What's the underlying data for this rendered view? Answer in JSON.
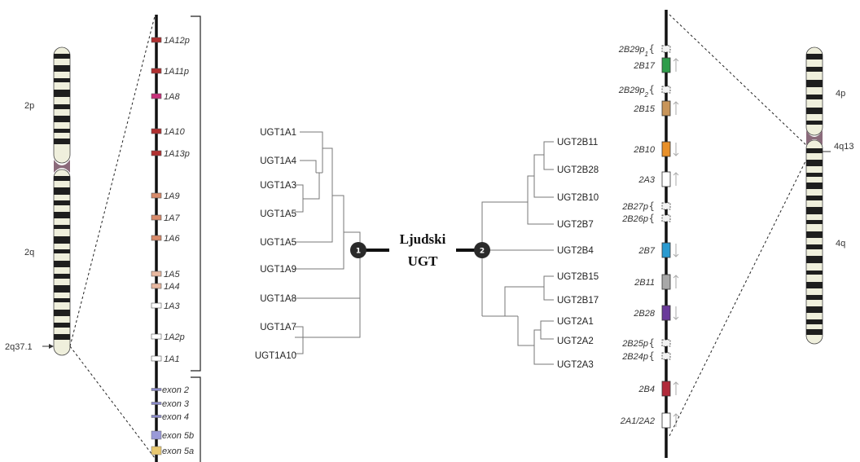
{
  "center_title_line1": "Ljudski",
  "center_title_line2": "UGT",
  "node_1": "1",
  "node_2": "2",
  "chr2": {
    "band_labels": [
      "2p",
      "2q",
      "2q37.1"
    ],
    "genes": [
      "1A12p",
      "1A11p",
      "1A8",
      "1A10",
      "1A13p",
      "1A9",
      "1A7",
      "1A6",
      "1A5",
      "1A4",
      "1A3",
      "1A2p",
      "1A1"
    ],
    "exons": [
      "exon 2",
      "exon 3",
      "exon 4",
      "exon 5b",
      "exon 5a"
    ]
  },
  "chr4": {
    "band_labels": [
      "4p",
      "4q13",
      "4q"
    ],
    "genes": [
      {
        "name": "2B29p",
        "sub": "1",
        "color": "#f2f2f2",
        "dashed": true,
        "brace": true
      },
      {
        "name": "2B17",
        "color": "#2e9c4a",
        "arrow": "up"
      },
      {
        "name": "2B29p",
        "sub": "2",
        "color": "#f2f2f2",
        "dashed": true,
        "brace": true
      },
      {
        "name": "2B15",
        "color": "#c8955a",
        "arrow": "up"
      },
      {
        "name": "2B10",
        "color": "#e8902a",
        "arrow": "down"
      },
      {
        "name": "2A3",
        "color": "#ffffff",
        "arrow": "up"
      },
      {
        "name": "2B27p",
        "color": "#f2f2f2",
        "dashed": true,
        "brace": true
      },
      {
        "name": "2B26p",
        "color": "#f2f2f2",
        "dashed": true,
        "brace": true
      },
      {
        "name": "2B7",
        "color": "#2a9ad0",
        "arrow": "down"
      },
      {
        "name": "2B11",
        "color": "#a8a8a8",
        "arrow": "up"
      },
      {
        "name": "2B28",
        "color": "#6a3a9a",
        "arrow": "down"
      },
      {
        "name": "2B25p",
        "color": "#f2f2f2",
        "dashed": true,
        "brace": true
      },
      {
        "name": "2B24p",
        "color": "#f2f2f2",
        "dashed": true,
        "brace": true
      },
      {
        "name": "2B4",
        "color": "#b02a3a",
        "arrow": "up"
      },
      {
        "name": "2A1/2A2",
        "color": "#ffffff",
        "arrow": "up"
      }
    ]
  },
  "tree_left": [
    "UGT1A1",
    "UGT1A4",
    "UGT1A3",
    "UGT1A5",
    "UGT1A5",
    "UGT1A9",
    "UGT1A8",
    "UGT1A7",
    "UGT1A10"
  ],
  "tree_right": [
    "UGT2B11",
    "UGT2B28",
    "UGT2B10",
    "UGT2B7",
    "UGT2B4",
    "UGT2B15",
    "UGT2B17",
    "UGT2A1",
    "UGT2A2",
    "UGT2A3"
  ]
}
